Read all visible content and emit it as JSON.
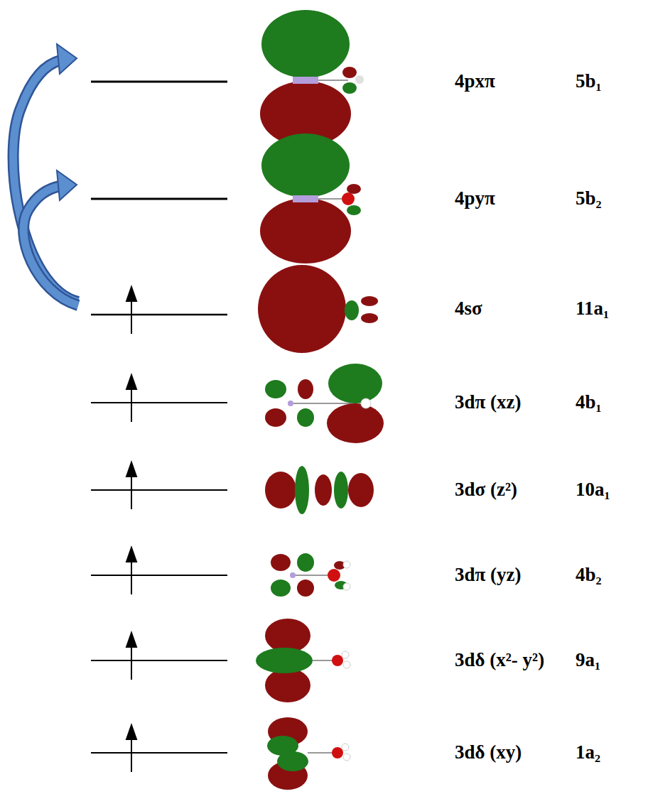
{
  "diagram": {
    "labels": [
      "4pxπ",
      "5b₁",
      "4pyπ",
      "5b₂",
      "4sσ",
      "11a₁",
      "3dπ (xz)",
      "4b₁",
      "3dσ (z²)",
      "10a₁",
      "3dπ (yz)",
      "4b₂",
      "3dδ (x²- y²)",
      "9a₁",
      "3dδ (xy)",
      "1a₂"
    ]
  }
}
